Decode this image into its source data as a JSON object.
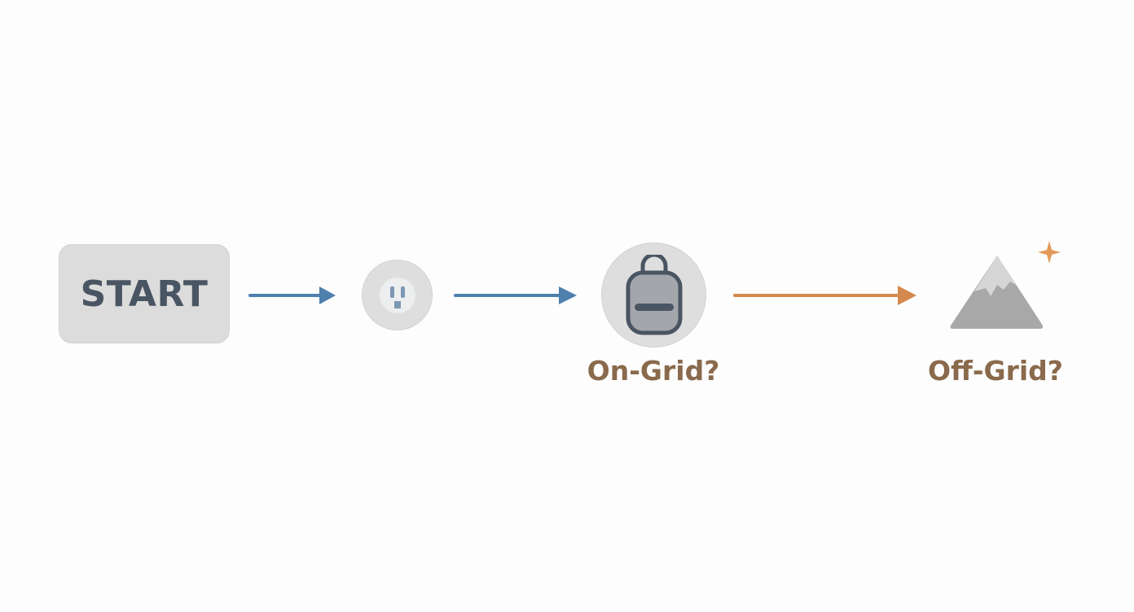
{
  "diagram": {
    "start": {
      "label": "START"
    },
    "steps": [
      {
        "icon": "power-outlet-icon",
        "label": ""
      },
      {
        "icon": "backpack-icon",
        "label": "On-Grid?"
      },
      {
        "icon": "mountain-icon",
        "label": "Off-Grid?"
      }
    ]
  },
  "colors": {
    "background": "#fdfdfd",
    "node_fill": "#dedede",
    "start_text": "#4a5563",
    "blue_arrow": "#4f80ad",
    "orange_arrow": "#d4894e",
    "label_brown": "#8a6a4c",
    "sparkle": "#e29a58"
  }
}
